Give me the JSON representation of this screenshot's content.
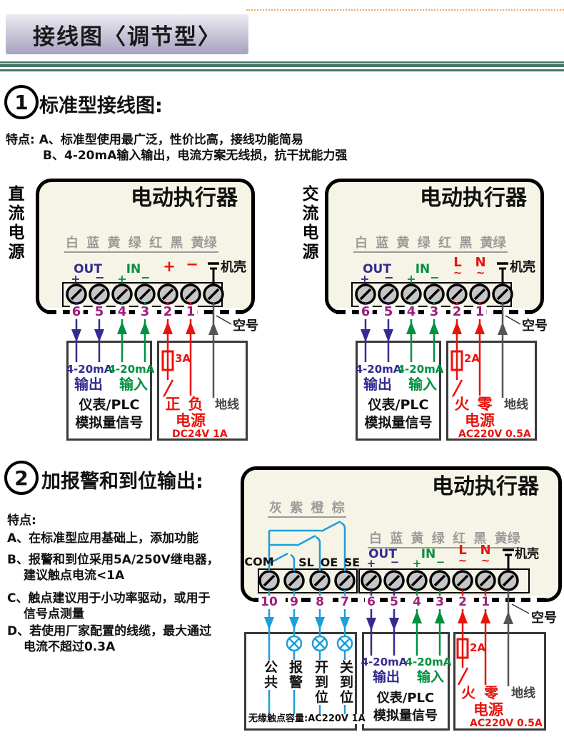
{
  "header": {
    "title": "接线图〈调节型〉"
  },
  "section1": {
    "number": "1",
    "heading": "标准型接线图:",
    "features": [
      "特点: A、标准型使用最广泛，性价比高，接线功能简易",
      "B、4-20mA输入输出，电流方案无线损，抗干扰能力强"
    ]
  },
  "section2": {
    "number": "2",
    "heading": "加报警和到位输出:",
    "features_label": "特点:",
    "features": [
      "A、在标准型应用基础上，添加功能",
      "B、报警和到位采用5A/250V继电器，",
      "建议触点电流<1A",
      "C、触点建议用于小功率驱动，或用于",
      "信号点测量",
      "D、若使用厂家配置的线缆，最大通过",
      "电流不超过0.3A"
    ]
  },
  "d1": {
    "power_type": "直流电源",
    "title": "电动执行器",
    "wire_colors": "白 蓝 黄 绿 红 黑 黄绿",
    "out": "OUT",
    "out_plus": "+",
    "out_minus": "−",
    "in": "IN",
    "in_plus": "+",
    "in_minus": "−",
    "live": "+",
    "neutral": "−",
    "case": "机壳",
    "numbers": [
      "6",
      "5",
      "4",
      "3",
      "2",
      "1"
    ],
    "empty": "空号",
    "signal": {
      "out_ma": "4-20mA",
      "out_cn": "输出",
      "in_ma": "4-20mA",
      "in_cn": "输入",
      "dev1": "仪表/PLC",
      "dev2": "模拟量信号"
    },
    "power": {
      "fuse": "3A",
      "live": "正",
      "neutral": "负",
      "ground": "地线",
      "label": "电源",
      "rating": "DC24V 1A"
    }
  },
  "d2": {
    "power_type": "交流电源",
    "title": "电动执行器",
    "wire_colors": "白 蓝 黄 绿 红 黑 黄绿",
    "out": "OUT",
    "out_plus": "+",
    "out_minus": "−",
    "in": "IN",
    "in_plus": "+",
    "in_minus": "−",
    "live": "L",
    "live_tilde": "~",
    "neutral": "N",
    "neutral_tilde": "~",
    "case": "机壳",
    "numbers": [
      "6",
      "5",
      "4",
      "3",
      "2",
      "1"
    ],
    "empty": "空号",
    "signal": {
      "out_ma": "4-20mA",
      "out_cn": "输出",
      "in_ma": "4-20mA",
      "in_cn": "输入",
      "dev1": "仪表/PLC",
      "dev2": "模拟量信号"
    },
    "power": {
      "fuse": "2A",
      "live": "火",
      "neutral": "零",
      "ground": "地线",
      "label": "电源",
      "rating": "AC220V 0.5A"
    }
  },
  "d3": {
    "title": "电动执行器",
    "relay_colors": "灰 紫 橙 棕",
    "com": "COM",
    "sl": "SL",
    "oe": "OE",
    "se": "SE",
    "wire_colors": "白 蓝 黄 绿 红 黑 黄绿",
    "out": "OUT",
    "out_plus": "+",
    "out_minus": "−",
    "in": "IN",
    "in_plus": "+",
    "in_minus": "−",
    "live": "L",
    "live_tilde": "~",
    "neutral": "N",
    "neutral_tilde": "~",
    "case": "机壳",
    "numbers": [
      "10",
      "9",
      "8",
      "7",
      "6",
      "5",
      "4",
      "3",
      "2",
      "1"
    ],
    "empty": "空号",
    "contacts": {
      "labels": [
        "公共",
        "报警",
        "开到位",
        "关到位"
      ],
      "rating": "无缘触点容量:AC220V 1A"
    },
    "signal": {
      "out_ma": "4-20mA",
      "out_cn": "输出",
      "in_ma": "4-20mA",
      "in_cn": "输入",
      "dev1": "仪表/PLC",
      "dev2": "模拟量信号"
    },
    "power": {
      "fuse": "2A",
      "live": "火",
      "neutral": "零",
      "ground": "地线",
      "label": "电源",
      "rating": "AC220V 0.5A"
    }
  },
  "colors": {
    "navy_out": "#342b90",
    "green_in": "#00913f",
    "red_power": "#e8140c",
    "magenta_numbers": "#a01d7c",
    "lightblue_relay": "#1b9fdb",
    "gray_wire_text": "#9b9b9b",
    "teal_rule": "#45786a",
    "panel_cream": "#f6f4e6",
    "title_gradient_top": "#eceaf2",
    "title_gradient_bottom": "#a8a2c0",
    "dotted_rule": "#eda96f"
  }
}
